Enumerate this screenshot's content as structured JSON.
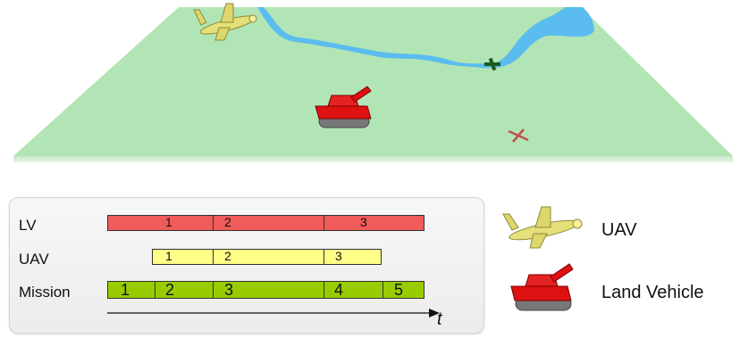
{
  "timeline": {
    "rows": [
      {
        "key": "lv",
        "label": "LV",
        "segments": [
          "1",
          "2",
          "3"
        ]
      },
      {
        "key": "uav",
        "label": "UAV",
        "segments": [
          "1",
          "2",
          "3"
        ]
      },
      {
        "key": "mission",
        "label": "Mission",
        "segments": [
          "1",
          "2",
          "3",
          "4",
          "5"
        ]
      }
    ],
    "axis_label": "t"
  },
  "legend": {
    "uav": {
      "label": "UAV",
      "icon": "uav-airplane-icon"
    },
    "land_vehicle": {
      "label": "Land Vehicle",
      "icon": "tank-icon"
    }
  },
  "colors": {
    "terrain": "#b2e5b5",
    "terrain_edge": "#d6ead7",
    "river": "#5bbcf0",
    "lv_bar": "#f05b5b",
    "uav_bar": "#ffff88",
    "mission_bar": "#99cc00",
    "uav_body": "#e6e07a",
    "tank_body": "#dd1111",
    "target_marker": "#c0504d",
    "waypoint_marker": "#1f5a1f"
  }
}
